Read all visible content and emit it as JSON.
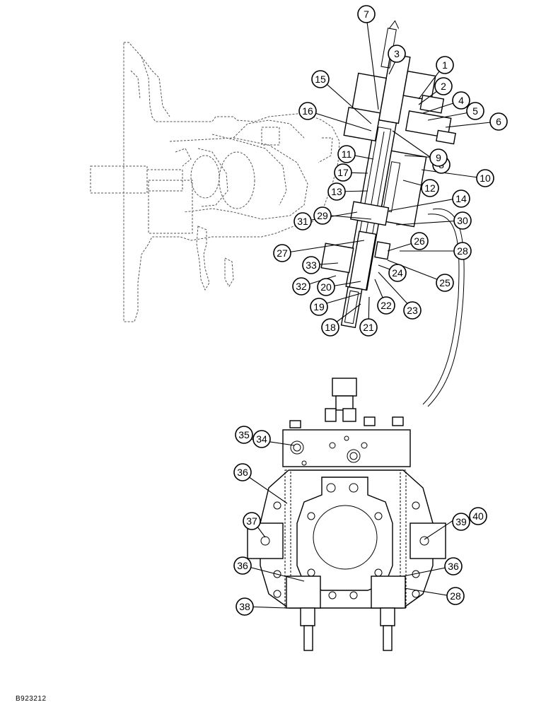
{
  "drawing_id": "B923212",
  "views": {
    "top": {
      "callouts": [
        "1",
        "2",
        "3",
        "4",
        "5",
        "6",
        "7",
        "8",
        "9",
        "10",
        "11",
        "12",
        "13",
        "14",
        "15",
        "16",
        "17",
        "18",
        "19",
        "20",
        "21",
        "22",
        "23",
        "24",
        "25",
        "26",
        "27",
        "28",
        "29",
        "30",
        "31",
        "32",
        "33"
      ]
    },
    "bottom": {
      "callouts": [
        "34",
        "35",
        "36",
        "36",
        "36",
        "37",
        "38",
        "39",
        "40",
        "28"
      ]
    }
  }
}
